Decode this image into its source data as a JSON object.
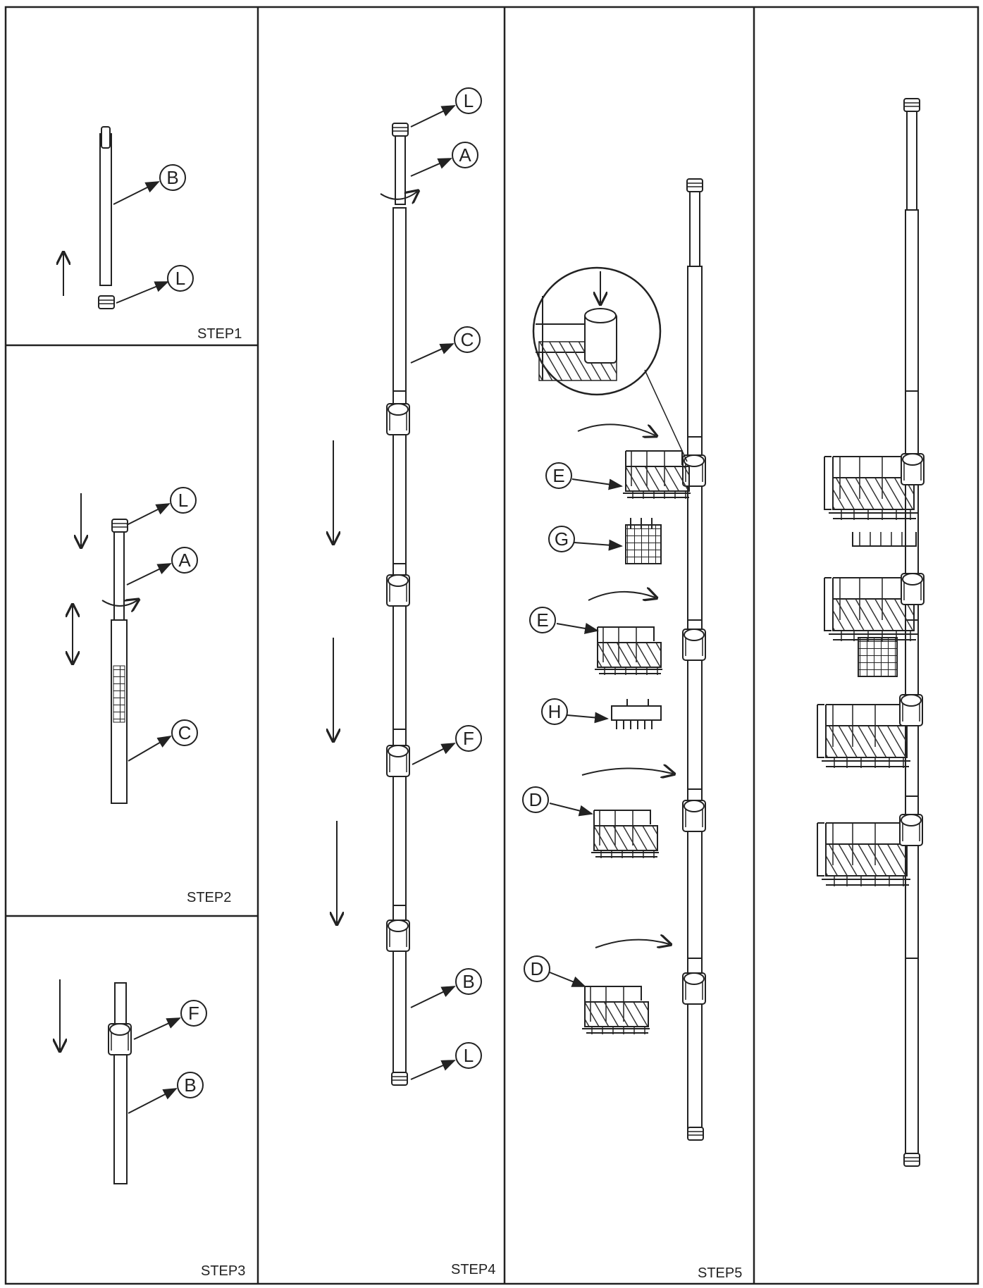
{
  "steps": {
    "step1": "STEP1",
    "step2": "STEP2",
    "step3": "STEP3",
    "step4": "STEP4",
    "step5": "STEP5"
  },
  "parts": {
    "A": "A",
    "B": "B",
    "C": "C",
    "D": "D",
    "E": "E",
    "F": "F",
    "G": "G",
    "H": "H",
    "L": "L"
  },
  "colors": {
    "ink": "#222222",
    "tube_fill": "#ffffff",
    "hatch": "#333333"
  }
}
